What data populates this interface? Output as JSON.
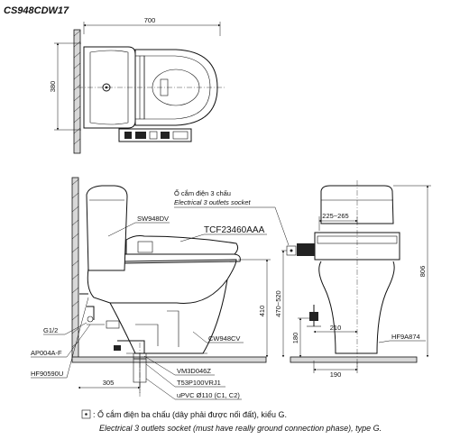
{
  "model_code": "CS948CDW17",
  "top_view": {
    "width_dim": "700",
    "depth_dim": "380"
  },
  "side_view": {
    "socket_label_vi": "Ổ cắm điện 3 chấu",
    "socket_label_en": "Electrical 3 outlets socket",
    "tank_part": "SW948DV",
    "seat_part": "TCF23460AAA",
    "g_label": "G1/2",
    "valve_part": "AP004A-F",
    "hose_part": "HF90590U",
    "bowl_part": "CW948CV",
    "flange_part": "VM3D046Z",
    "gasket_part": "T53P100VRJ1",
    "pipe_part": "uPVC Ø110 (C1, C2)",
    "dim_410": "410",
    "dim_305": "305"
  },
  "front_view": {
    "dim_225_265": "225~265",
    "dim_470_520": "470~520",
    "dim_806": "806",
    "dim_210": "210",
    "dim_180": "180",
    "dim_190": "190",
    "hose_part": "HF9A874"
  },
  "footnote": {
    "symbol": "⊡",
    "vi": ": Ổ cắm điện ba chấu (dây phải được nối đất), kiểu G.",
    "en": "Electrical 3 outlets socket (must have really ground connection phase), type G."
  }
}
